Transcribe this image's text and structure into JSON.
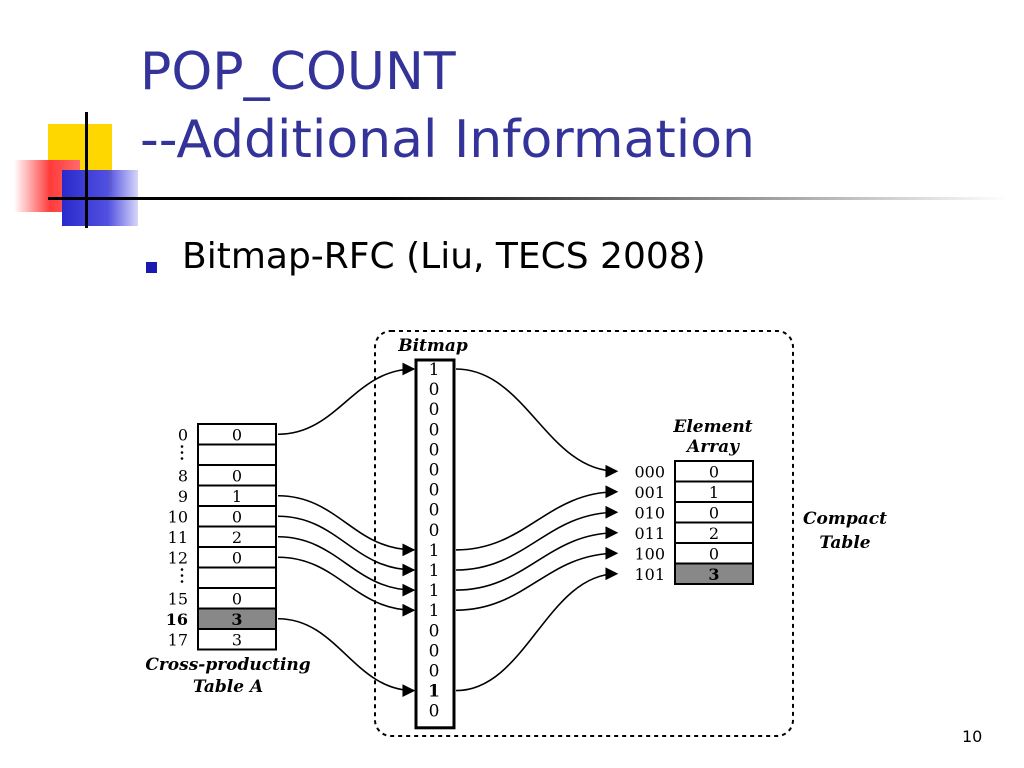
{
  "slide": {
    "title_line1": "POP_COUNT",
    "title_line2": "--Additional Information",
    "bullet": "Bitmap-RFC (Liu, TECS 2008)",
    "page_number": "10"
  },
  "colors": {
    "title": "#333399",
    "bullet": "#1a1ab0",
    "deco_yellow": "#ffd700",
    "deco_red": "#ff3b3b",
    "deco_blue": "#3b3bd9",
    "highlight_cell": "#888888"
  },
  "diagram": {
    "bitmap_label": "Bitmap",
    "bitmap": [
      "1",
      "0",
      "0",
      "0",
      "0",
      "0",
      "0",
      "0",
      "0",
      "1",
      "1",
      "1",
      "1",
      "0",
      "0",
      "0",
      "1",
      "0"
    ],
    "table_a_label_1": "Cross-producting",
    "table_a_label_2": "Table A",
    "table_a": [
      {
        "index": "0",
        "value": "0"
      },
      {
        "index": "",
        "value": ""
      },
      {
        "index": "8",
        "value": "0"
      },
      {
        "index": "9",
        "value": "1"
      },
      {
        "index": "10",
        "value": "0"
      },
      {
        "index": "11",
        "value": "2"
      },
      {
        "index": "12",
        "value": "0"
      },
      {
        "index": "",
        "value": ""
      },
      {
        "index": "15",
        "value": "0"
      },
      {
        "index": "16",
        "value": "3",
        "highlight": true
      },
      {
        "index": "17",
        "value": "3"
      }
    ],
    "element_array_label_1": "Element",
    "element_array_label_2": "Array",
    "element_array": [
      {
        "index": "000",
        "value": "0"
      },
      {
        "index": "001",
        "value": "1"
      },
      {
        "index": "010",
        "value": "0"
      },
      {
        "index": "011",
        "value": "2"
      },
      {
        "index": "100",
        "value": "0"
      },
      {
        "index": "101",
        "value": "3",
        "highlight": true
      }
    ],
    "compact_table_label_1": "Compact",
    "compact_table_label_2": "Table"
  }
}
